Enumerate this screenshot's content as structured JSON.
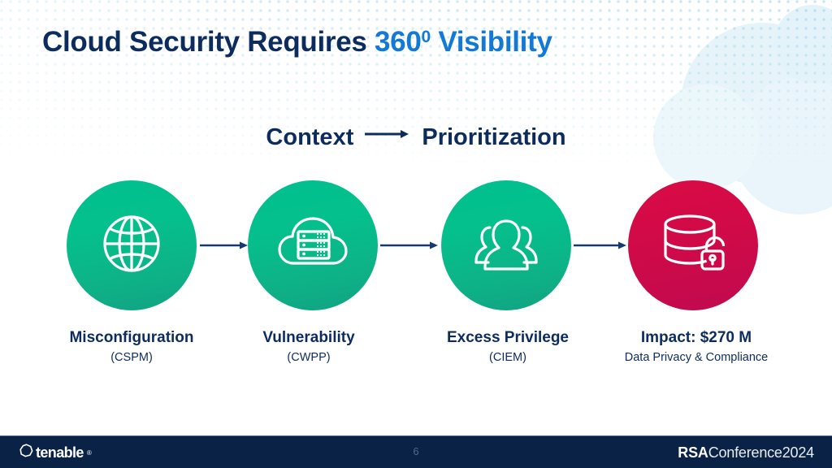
{
  "slide": {
    "title": {
      "dark_part": "Cloud Security Requires ",
      "blue_part": "360",
      "blue_superscript": "0",
      "blue_tail": " Visibility"
    },
    "flow_heading": {
      "left": "Context",
      "arrow_icon": "right-arrow-icon",
      "right": "Prioritization"
    },
    "nodes": [
      {
        "icon": "globe-icon",
        "circle_color": "#00bf8f",
        "label": "Misconfiguration",
        "sublabel": "(CSPM)"
      },
      {
        "icon": "cloud-server-icon",
        "circle_color": "#00bf8f",
        "label": "Vulnerability",
        "sublabel": "(CWPP)"
      },
      {
        "icon": "users-group-icon",
        "circle_color": "#00bf8f",
        "label": "Excess Privilege",
        "sublabel": "(CIEM)"
      },
      {
        "icon": "database-unlocked-icon",
        "circle_color": "#d00a48",
        "label": "Impact: $270 M",
        "sublabel": "Data Privacy & Compliance"
      }
    ],
    "colors": {
      "title_dark": "#0d2c5e",
      "title_blue": "#1279d6",
      "green": "#00bf8f",
      "red": "#d00a48",
      "footer_bg": "#0a2246",
      "dots": "#78c8e4"
    }
  },
  "footer": {
    "brand_name": "tenable",
    "brand_tm": "®",
    "brand_mark_icon": "tenable-hex-logo-icon",
    "page_number": "6",
    "conference": {
      "mark": "RSA",
      "name": "Conference",
      "year": "2024"
    }
  }
}
